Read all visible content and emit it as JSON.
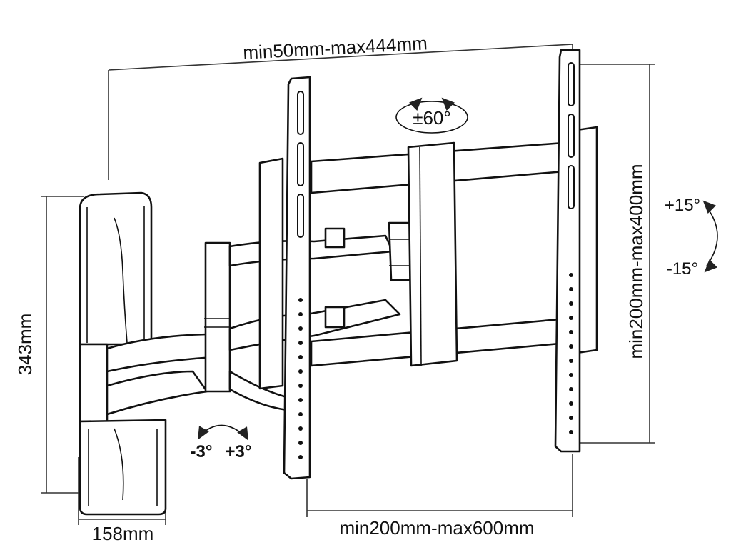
{
  "diagram": {
    "labels": {
      "overall_width": "min50mm-max444mm",
      "wall_plate_height": "343mm",
      "wall_plate_width": "158mm",
      "bracket_horizontal": "min200mm-max600mm",
      "bracket_vertical": "min200mm-max400mm",
      "swivel": "±60°",
      "tilt_up": "+15°",
      "tilt_down": "-15°",
      "level_minus": "-3°",
      "level_plus": "+3°"
    }
  }
}
